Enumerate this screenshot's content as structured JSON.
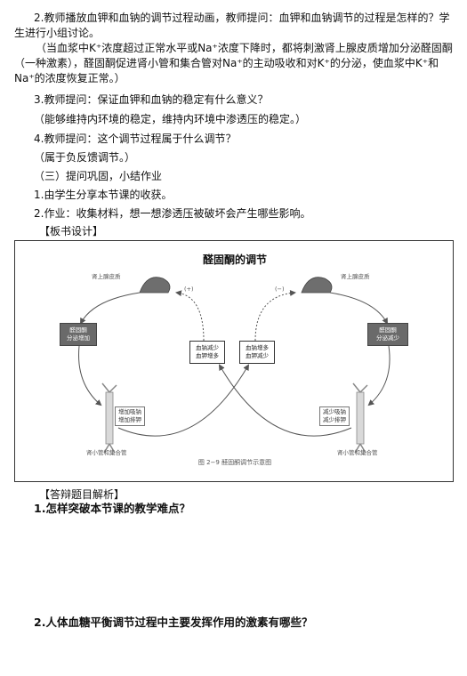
{
  "paragraphs": {
    "p1": "2.教师播放血钾和血钠的调节过程动画，教师提问：血钾和血钠调节的过程是怎样的？学生进行小组讨论。",
    "p2": "（当血浆中K⁺浓度超过正常水平或Na⁺浓度下降时，都将刺激肾上腺皮质增加分泌醛固酮（一种激素），醛固酮促进肾小管和集合管对Na⁺的主动吸收和对K⁺的分泌，使血浆中K⁺和Na⁺的浓度恢复正常。）",
    "p3": "3.教师提问：保证血钾和血钠的稳定有什么意义？",
    "p4": "（能够维持内环境的稳定，维持内环境中渗透压的稳定。）",
    "p5": "4.教师提问：这个调节过程属于什么调节？",
    "p6": "（属于负反馈调节。）",
    "p7": "（三）提问巩固，小结作业",
    "p8": "1.由学生分享本节课的收获。",
    "p9": "2.作业：收集材料，想一想渗透压被破坏会产生哪些影响。",
    "board_heading": "【板书设计】"
  },
  "diagram": {
    "title": "醛固酮的调节",
    "left_gland": "肾上腺皮质",
    "right_gland": "肾上腺皮质",
    "left_sign": "(+)",
    "right_sign": "(−)",
    "left_box": [
      "醛固酮",
      "分泌增加"
    ],
    "right_box": [
      "醛固酮",
      "分泌减少"
    ],
    "center_left_box": [
      "血钠减少",
      "血钾增多"
    ],
    "center_right_box": [
      "血钠增多",
      "血钾减少"
    ],
    "left_label": [
      "增加吸钠",
      "增加排钾"
    ],
    "right_label": [
      "减少吸钠",
      "减少排钾"
    ],
    "left_kidney": "肾小管和集合管",
    "right_kidney": "肾小管和集合管",
    "caption": "图 2−9   醛固酮调节示意图"
  },
  "answers": {
    "heading": "【答辩题目解析】",
    "q1": "1.怎样突破本节课的教学难点？",
    "q2": "2.人体血糖平衡调节过程中主要发挥作用的激素有哪些？"
  }
}
